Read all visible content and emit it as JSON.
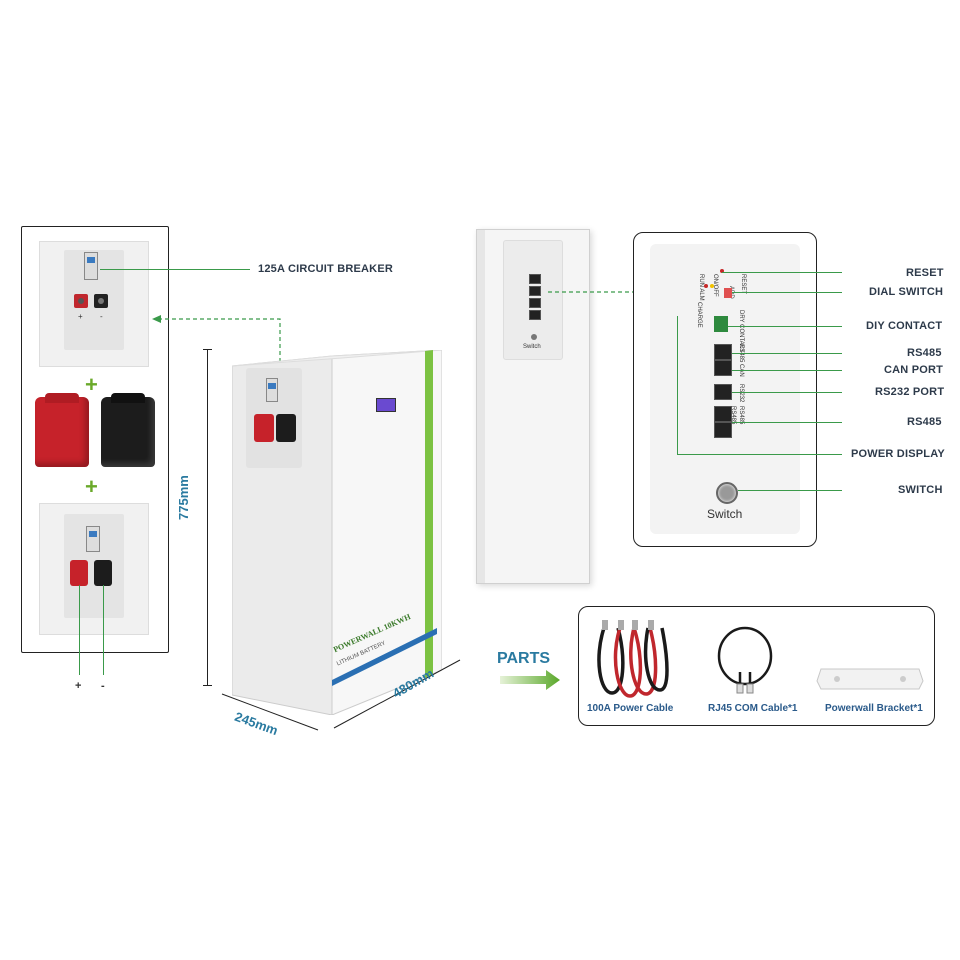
{
  "left_labels": {
    "circuit_breaker": "125A CIRCUIT BREAKER"
  },
  "terminal_signs": {
    "plus": "+",
    "minus": "-"
  },
  "plus_sign": "+",
  "dimensions": {
    "height": "775mm",
    "depth": "245mm",
    "width": "480mm"
  },
  "battery_front": {
    "brand": "POWERWALL 10KWH",
    "type": "LITHIUM BATTERY"
  },
  "side_unit": {
    "switch_label": "Switch"
  },
  "panel_labels": {
    "reset": "RESET",
    "dial_switch": "DIAL SWITCH",
    "diy_contact": "DIY CONTACT",
    "rs485_1": "RS485",
    "can_port": "CAN PORT",
    "rs232_port": "RS232 PORT",
    "rs485_2": "RS485",
    "power_display": "POWER DISPLAY",
    "switch": "SWITCH"
  },
  "panel_small": {
    "reset": "RESET",
    "add": "ADD",
    "onoff": "ON/OFF",
    "run_alm": "RUN ALM",
    "dry_contact": "DRY CONTACT",
    "rs485": "RS485",
    "can": "CAN",
    "rs232": "RS232",
    "rs485b": "RS485",
    "rs485c": "RS485",
    "charge": "CHARGE",
    "switch": "Switch"
  },
  "parts": {
    "heading": "PARTS",
    "items": [
      {
        "label": "100A Power Cable"
      },
      {
        "label": "RJ45 COM Cable*1"
      },
      {
        "label": "Powerwall Bracket*1"
      }
    ]
  },
  "colors": {
    "accent_green": "#3a9a4a",
    "dimension_blue": "#2a7aa0",
    "brand_green": "#7cc242",
    "brand_blue": "#2a6fb3"
  }
}
